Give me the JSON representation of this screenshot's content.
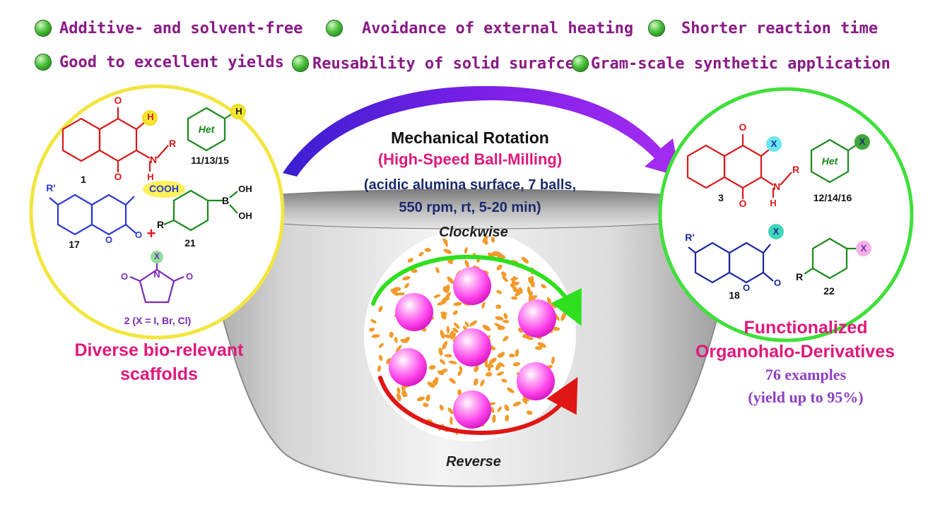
{
  "features": [
    {
      "text": "Additive- and solvent-free"
    },
    {
      "text": "Avoidance of external heating"
    },
    {
      "text": "Shorter reaction time"
    },
    {
      "text": "Good to excellent yields"
    },
    {
      "text": "Reusability of solid surafce"
    },
    {
      "text": "Gram-scale synthetic application"
    }
  ],
  "center": {
    "title": "Mechanical Rotation",
    "method": "(High-Speed Ball-Milling)",
    "conditions_line1": "(acidic alumina surface, 7 balls,",
    "conditions_line2": "550 rpm, rt, 5-20 min)",
    "clockwise": "Clockwise",
    "reverse": "Reverse"
  },
  "left": {
    "caption_line1": "Diverse bio-relevant",
    "caption_line2": "scaffolds",
    "compounds": {
      "c1": "1",
      "c11": "11/13/15",
      "c17": "17",
      "c21": "21",
      "c2": "2 (X = I, Br, Cl)"
    },
    "atoms": {
      "O": "O",
      "H": "H",
      "N": "N",
      "R": "R",
      "Het": "Het",
      "COOH": "COOH",
      "Rp": "R'",
      "B": "B",
      "OH": "OH",
      "X": "X",
      "plus": "+"
    }
  },
  "right": {
    "caption_line1": "Functionalized",
    "caption_line2": "Organohalo-Derivatives",
    "examples": "76 examples",
    "yield": "(yield up to 95%)",
    "compounds": {
      "c3": "3",
      "c12": "12/14/16",
      "c18": "18",
      "c22": "22"
    }
  },
  "colors": {
    "feature_text": "#8a1a86",
    "bullet": "#2e9a22",
    "left_circle": "#f2e640",
    "right_circle": "#3fe03a",
    "magenta": "#e0187c",
    "navy": "#1b2a6e",
    "red": "#d81a1a",
    "ball": "#ff55ee",
    "granule": "#f29a2a",
    "arc_green": "#2ee01e",
    "arc_red": "#e01515",
    "purple_arrow": "#6f1fd8",
    "examples": "#8e3ec8"
  }
}
